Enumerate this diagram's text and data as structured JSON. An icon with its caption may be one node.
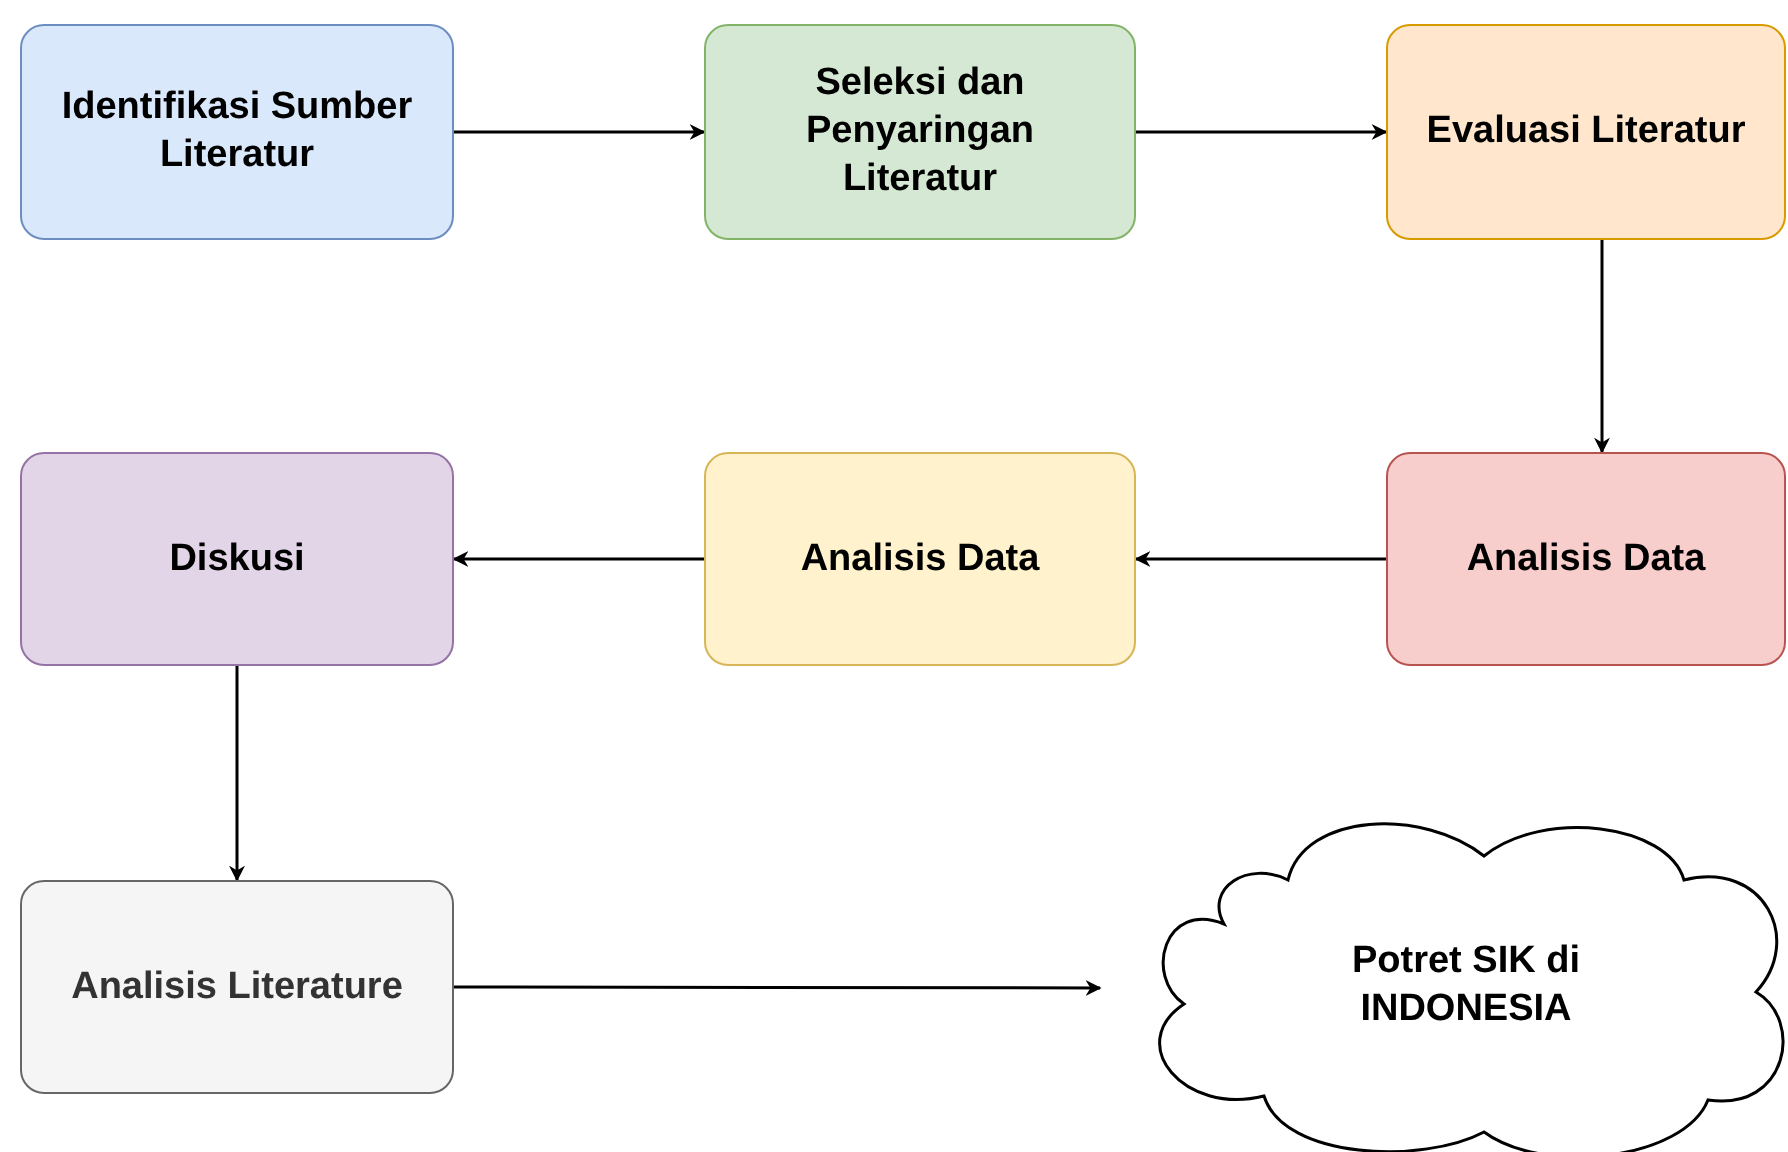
{
  "diagram": {
    "nodes": [
      {
        "text": [
          "Identifikasi Sumber Literatur"
        ]
      },
      {
        "text": [
          "Seleksi dan Penyaringan Literatur"
        ]
      },
      {
        "text": [
          "Evaluasi Literatur"
        ]
      },
      {
        "text": [
          "Analisis Data"
        ]
      },
      {
        "text": [
          "Analisis Data"
        ]
      },
      {
        "text": [
          "Diskusi"
        ]
      },
      {
        "text": [
          "Analisis Literature"
        ]
      },
      {
        "text": [
          "Potret SIK di INDONESIA"
        ]
      }
    ],
    "edges": [
      {
        "from": 0,
        "to": 1,
        "arrow": "to"
      },
      {
        "from": 1,
        "to": 2,
        "arrow": "to"
      },
      {
        "from": 2,
        "to": 3,
        "arrow": "to"
      },
      {
        "from": 3,
        "to": 4,
        "arrow": "to"
      },
      {
        "from": 4,
        "to": 5,
        "arrow": "to"
      },
      {
        "from": 5,
        "to": 6,
        "arrow": "to"
      },
      {
        "from": 6,
        "to": 7,
        "arrow": "to"
      }
    ]
  }
}
